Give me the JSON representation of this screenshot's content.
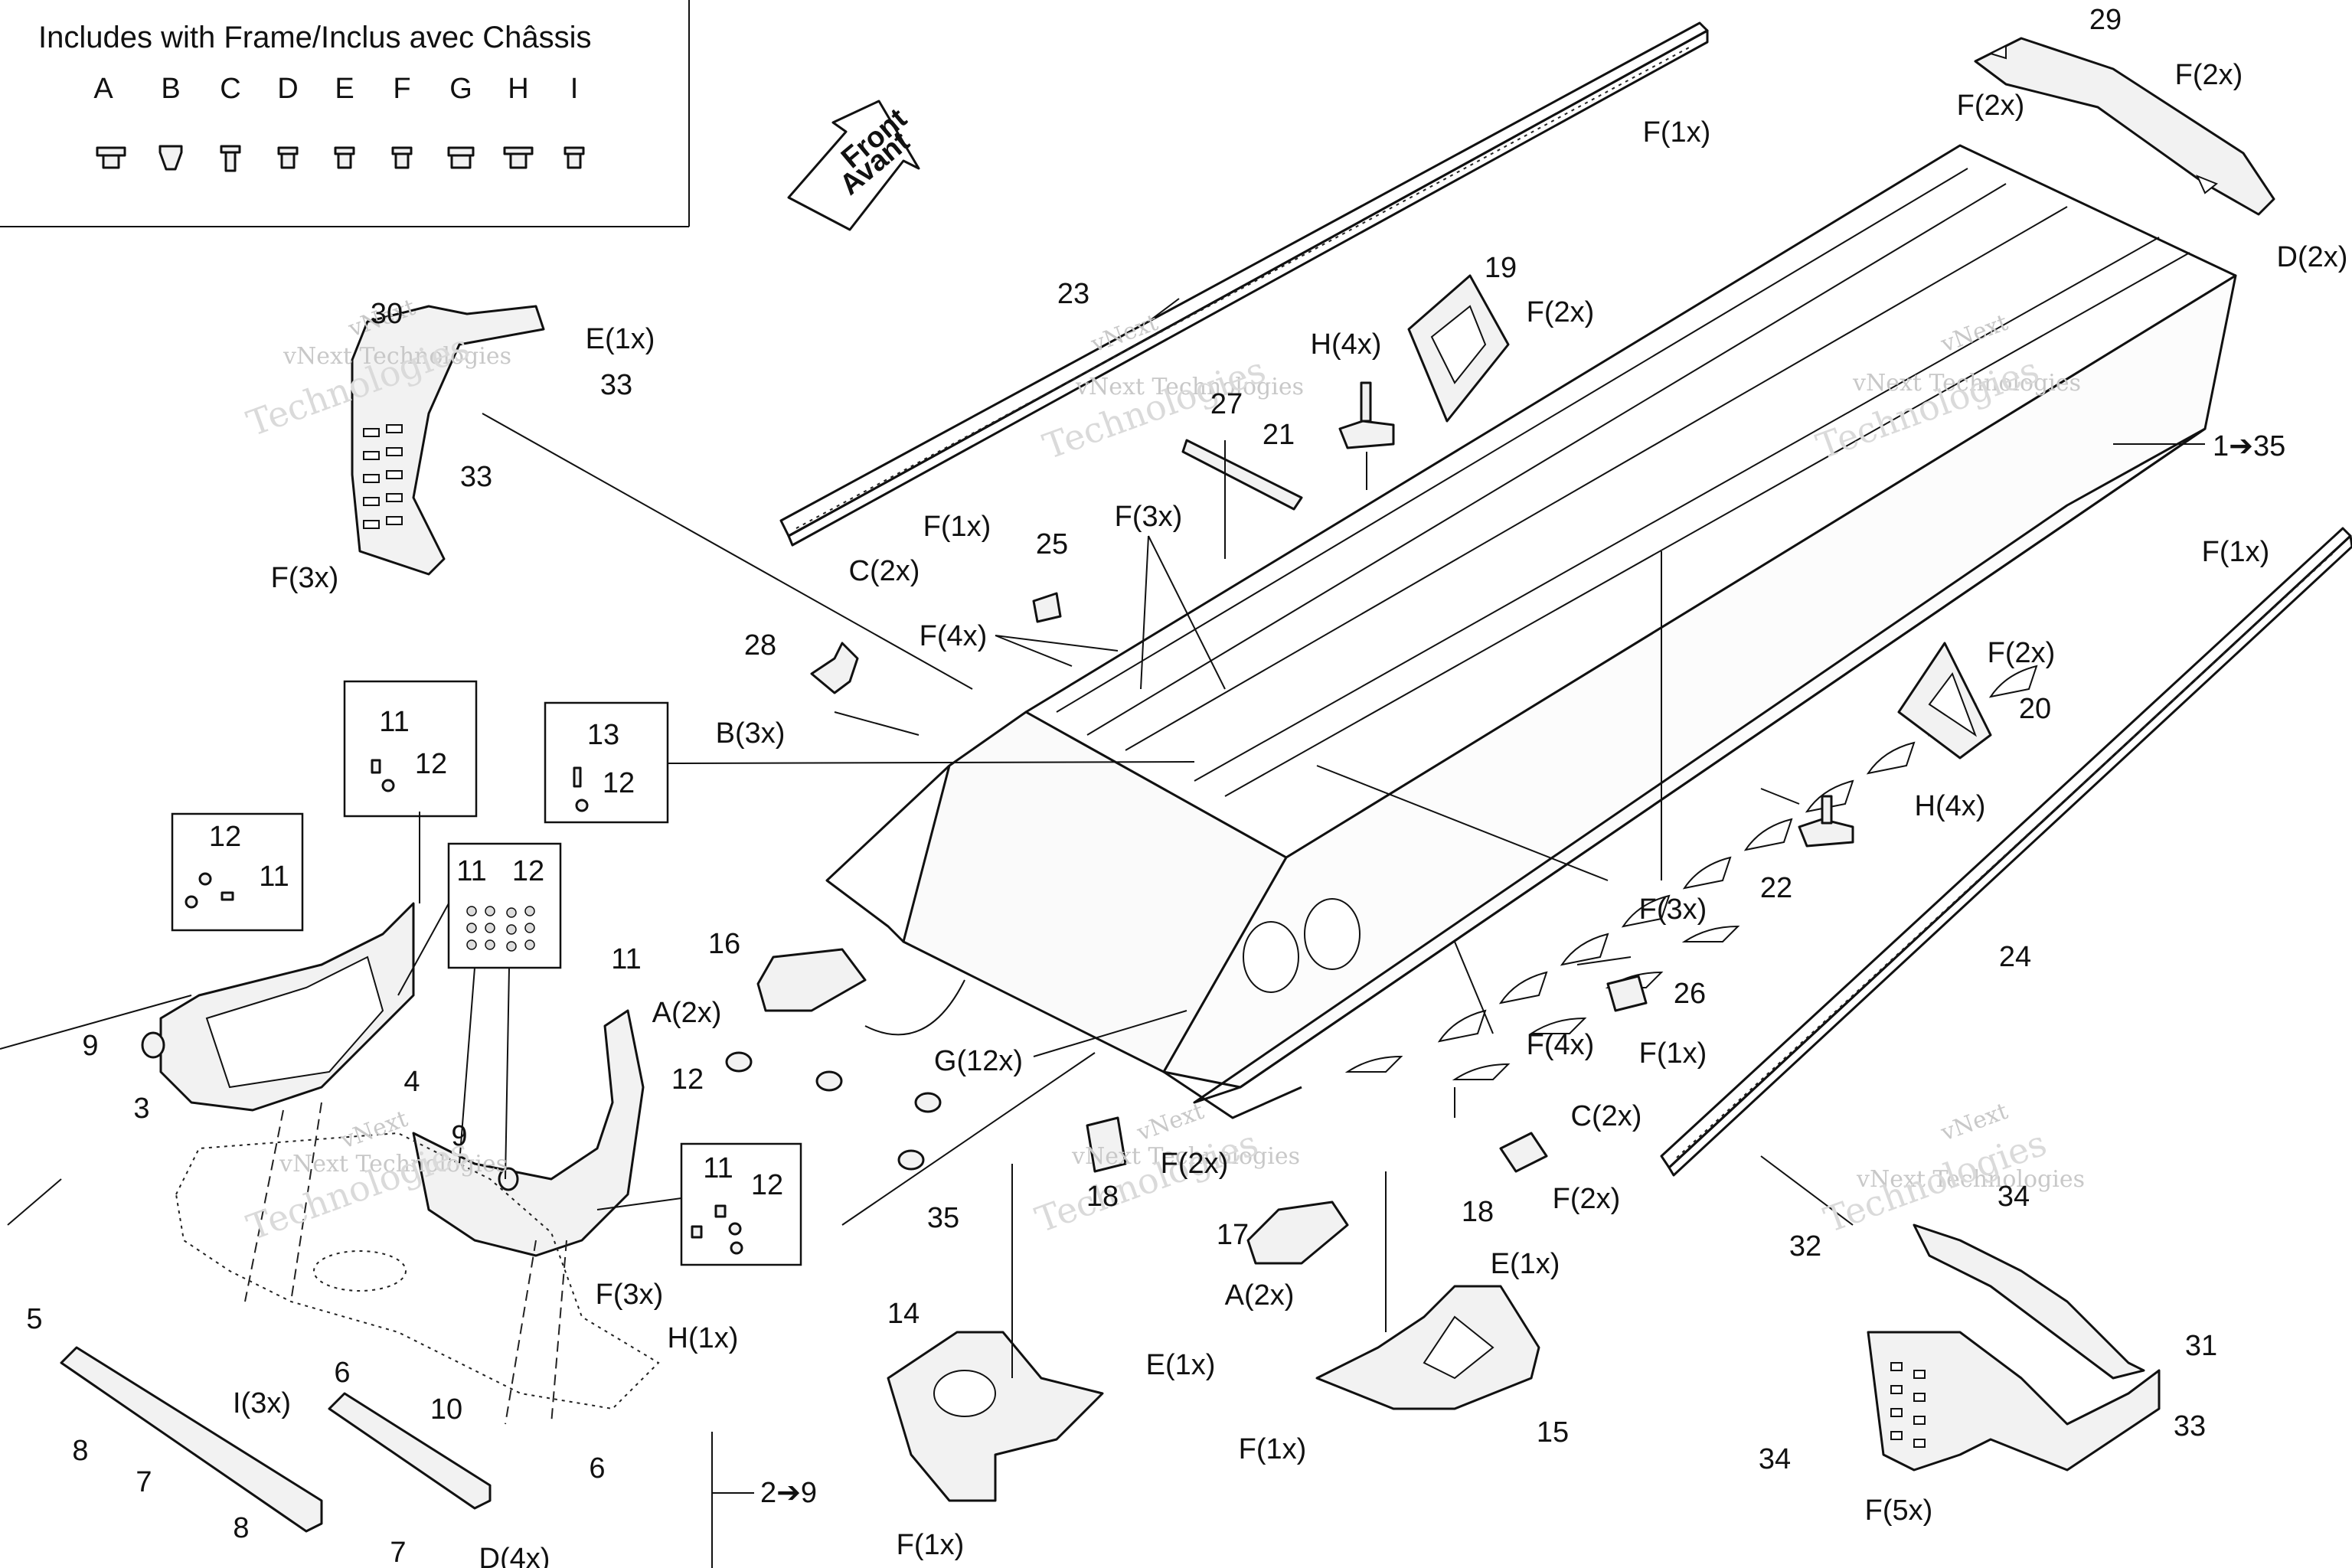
{
  "legend": {
    "title": "Includes with Frame/Inclus avec Châssis",
    "letters": [
      "A",
      "B",
      "C",
      "D",
      "E",
      "F",
      "G",
      "H",
      "I"
    ]
  },
  "arrow_label": [
    "Front",
    "Avant"
  ],
  "watermark": {
    "line1": "vNext",
    "line2": "vNext Technologies",
    "line3": "Technologies"
  },
  "callouts": {
    "c_29": "29",
    "c_F2x_29": "F(2x)",
    "c_D2x": "D(2x)",
    "c_F2x_top": "F(2x)",
    "c_F1x_top": "F(1x)",
    "c_23": "23",
    "c_F1x_23": "F(1x)",
    "c_C2x_23": "C(2x)",
    "c_30": "30",
    "c_E1x_30": "E(1x)",
    "c_33a": "33",
    "c_33b": "33",
    "c_F3x_30": "F(3x)",
    "c_19": "19",
    "c_F2x_19": "F(2x)",
    "c_H4x_21": "H(4x)",
    "c_21": "21",
    "c_27": "27",
    "c_1to35": "1➔35",
    "c_F1x_24": "F(1x)",
    "c_25": "25",
    "c_F3x_mid": "F(3x)",
    "c_F4x_top": "F(4x)",
    "c_28": "28",
    "c_B3x": "B(3x)",
    "c_F2x_20": "F(2x)",
    "c_20": "20",
    "c_H4x_22": "H(4x)",
    "c_22": "22",
    "c_F3x_right": "F(3x)",
    "c_24": "24",
    "c_26": "26",
    "c_F4x_bot": "F(4x)",
    "c_F1x_C": "F(1x)",
    "c_C2x_24": "C(2x)",
    "c_11a": "11",
    "c_12a": "12",
    "c_13": "13",
    "c_12b": "12",
    "c_12c": "12",
    "c_11c": "11",
    "c_11d": "11",
    "c_12d": "12",
    "c_16": "16",
    "c_A2x_16": "A(2x)",
    "c_G12x": "G(12x)",
    "c_9a": "9",
    "c_3": "3",
    "c_11e": "11",
    "c_12e": "12",
    "c_4": "4",
    "c_9b": "9",
    "c_11f": "11",
    "c_12f": "12",
    "c_35": "35",
    "c_18a": "18",
    "c_F2x_18": "F(2x)",
    "c_18b": "18",
    "c_F2x_18b": "F(2x)",
    "c_17": "17",
    "c_A2x_17": "A(2x)",
    "c_E1x_15": "E(1x)",
    "c_15": "15",
    "c_F1x_15": "F(1x)",
    "c_14": "14",
    "c_E1x_14": "E(1x)",
    "c_F1x_14": "F(1x)",
    "c_32": "32",
    "c_34a": "34",
    "c_31": "31",
    "c_33c": "33",
    "c_34b": "34",
    "c_F5x": "F(5x)",
    "c_5": "5",
    "c_8a": "8",
    "c_7a": "7",
    "c_I3x": "I(3x)",
    "c_6a": "6",
    "c_F3x_bot": "F(3x)",
    "c_H1x": "H(1x)",
    "c_10": "10",
    "c_6b": "6",
    "c_8b": "8",
    "c_7b": "7",
    "c_D4x": "D(4x)",
    "c_2to9": "2➔9"
  }
}
